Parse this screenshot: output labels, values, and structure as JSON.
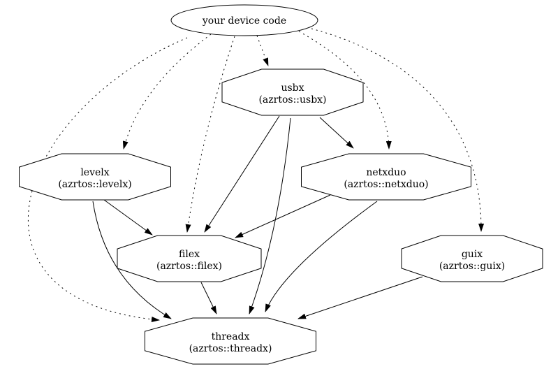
{
  "diagram": {
    "type": "dependency-graph",
    "background": "#ffffff",
    "stroke_color": "#000000",
    "nodes": [
      {
        "id": "device_code",
        "label": "your device code",
        "shape": "ellipse"
      },
      {
        "id": "usbx",
        "label": "usbx",
        "sublabel": "(azrtos::usbx)",
        "shape": "octagon"
      },
      {
        "id": "levelx",
        "label": "levelx",
        "sublabel": "(azrtos::levelx)",
        "shape": "octagon"
      },
      {
        "id": "netxduo",
        "label": "netxduo",
        "sublabel": "(azrtos::netxduo)",
        "shape": "octagon"
      },
      {
        "id": "filex",
        "label": "filex",
        "sublabel": "(azrtos::filex)",
        "shape": "octagon"
      },
      {
        "id": "guix",
        "label": "guix",
        "sublabel": "(azrtos::guix)",
        "shape": "octagon"
      },
      {
        "id": "threadx",
        "label": "threadx",
        "sublabel": "(azrtos::threadx)",
        "shape": "octagon"
      }
    ],
    "edges": [
      {
        "from": "device_code",
        "to": "usbx",
        "style": "dotted"
      },
      {
        "from": "device_code",
        "to": "levelx",
        "style": "dotted"
      },
      {
        "from": "device_code",
        "to": "netxduo",
        "style": "dotted"
      },
      {
        "from": "device_code",
        "to": "guix",
        "style": "dotted"
      },
      {
        "from": "device_code",
        "to": "filex",
        "style": "dotted"
      },
      {
        "from": "device_code",
        "to": "threadx",
        "style": "dotted"
      },
      {
        "from": "usbx",
        "to": "netxduo",
        "style": "solid"
      },
      {
        "from": "usbx",
        "to": "filex",
        "style": "solid"
      },
      {
        "from": "usbx",
        "to": "threadx",
        "style": "solid"
      },
      {
        "from": "levelx",
        "to": "filex",
        "style": "solid"
      },
      {
        "from": "levelx",
        "to": "threadx",
        "style": "solid"
      },
      {
        "from": "netxduo",
        "to": "filex",
        "style": "solid"
      },
      {
        "from": "netxduo",
        "to": "threadx",
        "style": "solid"
      },
      {
        "from": "filex",
        "to": "threadx",
        "style": "solid"
      },
      {
        "from": "guix",
        "to": "threadx",
        "style": "solid"
      }
    ]
  }
}
